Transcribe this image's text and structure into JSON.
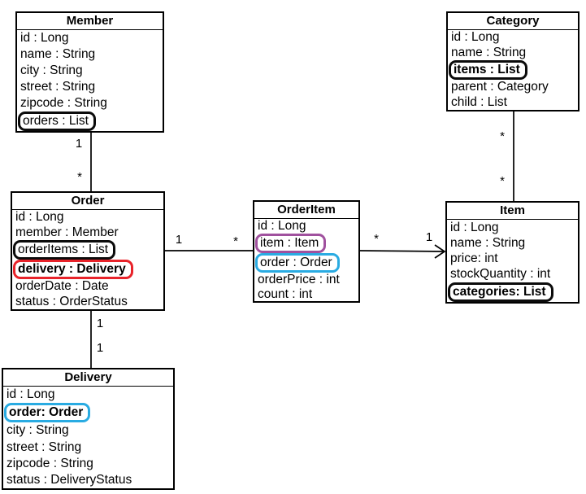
{
  "classes": {
    "member": {
      "title": "Member",
      "fields": [
        {
          "text": "id : Long"
        },
        {
          "text": "name : String"
        },
        {
          "text": "city : String"
        },
        {
          "text": "street : String"
        },
        {
          "text": "zipcode : String"
        },
        {
          "text": "orders : List",
          "highlight": "black"
        }
      ]
    },
    "category": {
      "title": "Category",
      "fields": [
        {
          "text": "id : Long"
        },
        {
          "text": "name : String"
        },
        {
          "text": "items : List",
          "highlight": "black",
          "bold": true
        },
        {
          "text": "parent : Category"
        },
        {
          "text": "child : List"
        }
      ]
    },
    "order": {
      "title": "Order",
      "fields": [
        {
          "text": "id : Long"
        },
        {
          "text": "member : Member"
        },
        {
          "text": "orderItems : List",
          "highlight": "black"
        },
        {
          "text": "delivery : Delivery",
          "highlight": "red",
          "bold": true
        },
        {
          "text": "orderDate : Date"
        },
        {
          "text": "status : OrderStatus"
        }
      ]
    },
    "orderitem": {
      "title": "OrderItem",
      "fields": [
        {
          "text": "id : Long"
        },
        {
          "text": "item : Item",
          "highlight": "purple"
        },
        {
          "text": "order : Order",
          "highlight": "blue"
        },
        {
          "text": "orderPrice : int"
        },
        {
          "text": "count : int"
        }
      ]
    },
    "item": {
      "title": "Item",
      "fields": [
        {
          "text": "id : Long"
        },
        {
          "text": "name : String"
        },
        {
          "text": "price: int"
        },
        {
          "text": "stockQuantity : int"
        },
        {
          "text": "categories: List",
          "highlight": "black",
          "bold": true
        }
      ]
    },
    "delivery": {
      "title": "Delivery",
      "fields": [
        {
          "text": "id : Long"
        },
        {
          "text": "order: Order",
          "highlight": "blue",
          "bold": true
        },
        {
          "text": "city : String"
        },
        {
          "text": "street : String"
        },
        {
          "text": "zipcode : String"
        },
        {
          "text": "status : DeliveryStatus"
        }
      ]
    }
  },
  "relationships": [
    {
      "from": "Member",
      "to": "Order",
      "from_label": "1",
      "to_label": "*",
      "arrow": false
    },
    {
      "from": "Order",
      "to": "OrderItem",
      "from_label": "1",
      "to_label": "*",
      "arrow": false
    },
    {
      "from": "OrderItem",
      "to": "Item",
      "from_label": "*",
      "to_label": "1",
      "arrow": true
    },
    {
      "from": "Category",
      "to": "Item",
      "from_label": "*",
      "to_label": "*",
      "arrow": false
    },
    {
      "from": "Order",
      "to": "Delivery",
      "from_label": "1",
      "to_label": "1",
      "arrow": false
    }
  ],
  "colors": {
    "line": "#000000",
    "box_border": "#000000",
    "background": "#ffffff",
    "highlight_black": "#0b0b0b",
    "highlight_red": "#e8232a",
    "highlight_blue": "#29abe2",
    "highlight_purple": "#a0519e"
  }
}
